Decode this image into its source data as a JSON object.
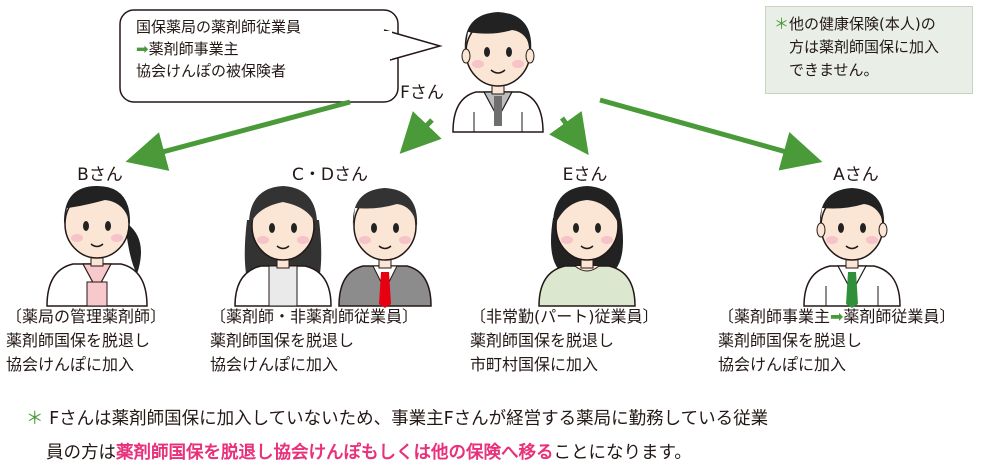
{
  "bubble": {
    "line1": "国保薬局の薬剤師従業員",
    "line2_arrow": "➡",
    "line2": "薬剤師事業主",
    "line3": "協会けんぽの被保険者"
  },
  "note": {
    "star": "＊",
    "line1": "他の健康保険(本人)の",
    "line2": "方は薬剤師国保に加入",
    "line3": "できません。"
  },
  "people": {
    "f": {
      "name": "Fさん"
    },
    "b": {
      "name": "Bさん",
      "role": "〔薬局の管理薬剤師〕",
      "line2": "薬剤師国保を脱退し",
      "line3": "協会けんぽに加入"
    },
    "cd": {
      "name": "C・Dさん",
      "role": "〔薬剤師・非薬剤師従業員〕",
      "line2": "薬剤師国保を脱退し",
      "line3": "協会けんぽに加入"
    },
    "e": {
      "name": "Eさん",
      "role": "〔非常勤(パート)従業員〕",
      "line2": "薬剤師国保を脱退し",
      "line3": "市町村国保に加入"
    },
    "a": {
      "name": "Aさん",
      "role_pre": "〔薬剤師事業主",
      "role_arrow": "➡",
      "role_post": "薬剤師従業員〕",
      "line2": "薬剤師国保を脱退し",
      "line3": "協会けんぽに加入"
    }
  },
  "footer": {
    "star": "＊",
    "text1": "Fさんは薬剤師国保に加入していないため、事業主Fさんが経営する薬局に勤務している従業",
    "text2_pre": "員の方は",
    "text2_highlight": "薬剤師国保を脱退し協会けんぽもしくは他の保険へ移る",
    "text2_post": "ことになります。"
  },
  "colors": {
    "arrow_green": "#4a9a3a",
    "highlight_pink": "#e8317a",
    "note_bg": "#e9efe6",
    "skin": "#fbe6d6",
    "hair": "#222222"
  }
}
